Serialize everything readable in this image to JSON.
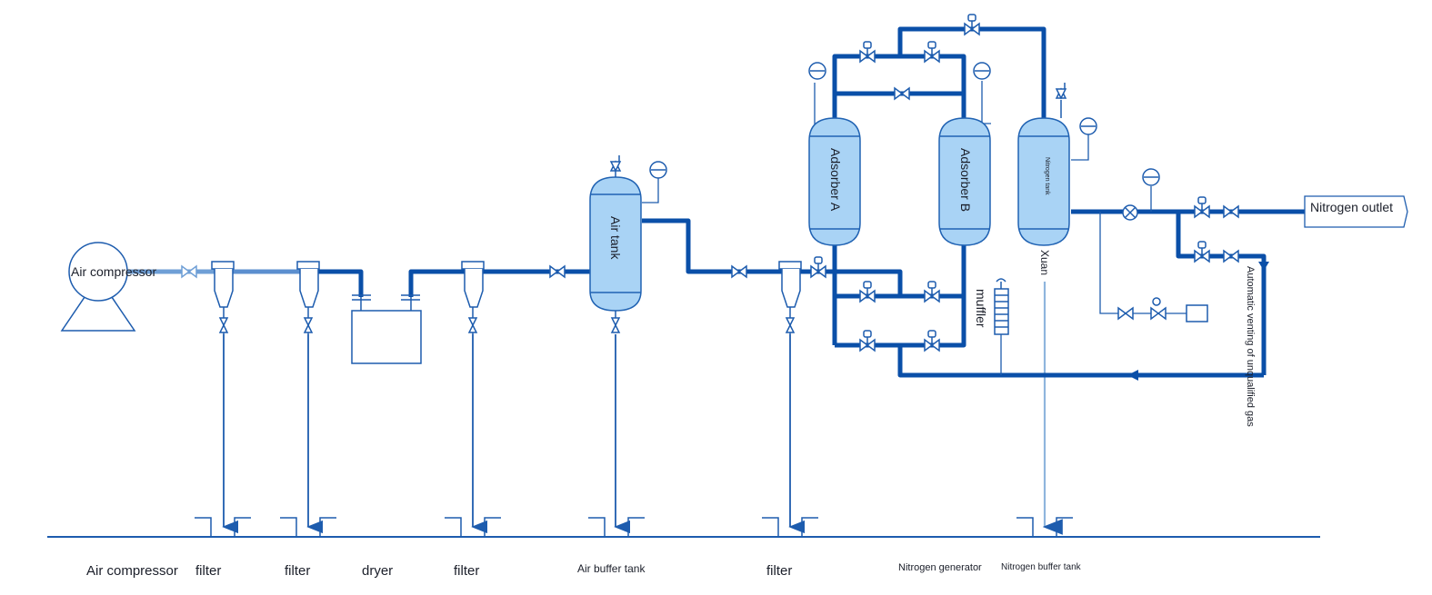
{
  "labels": {
    "air_compressor_unit": "Air compressor",
    "air_tank": "Air tank",
    "adsorber_a": "Adsorber A",
    "adsorber_b": "Adsorber B",
    "nitrogen_tank": "Nitrogen tank",
    "xuan": "Xuan",
    "muffler": "muffler",
    "nitrogen_outlet": "Nitrogen outlet",
    "automatic_venting": "Automatic venting of unqualified gas"
  },
  "bottom_labels": {
    "air_compressor": "Air compressor",
    "filter_1": "filter",
    "filter_2": "filter",
    "dryer": "dryer",
    "filter_3": "filter",
    "air_buffer_tank": "Air buffer tank",
    "filter_4": "filter",
    "nitrogen_generator": "Nitrogen generator",
    "nitrogen_buffer_tank": "Nitrogen buffer tank"
  },
  "colors": {
    "pipe": "#0a4fa8",
    "thin_line": "#1d5cae",
    "vessel_fill": "#a9d3f5",
    "vessel_stroke": "#2163b3",
    "text": "#1b1f2a"
  }
}
